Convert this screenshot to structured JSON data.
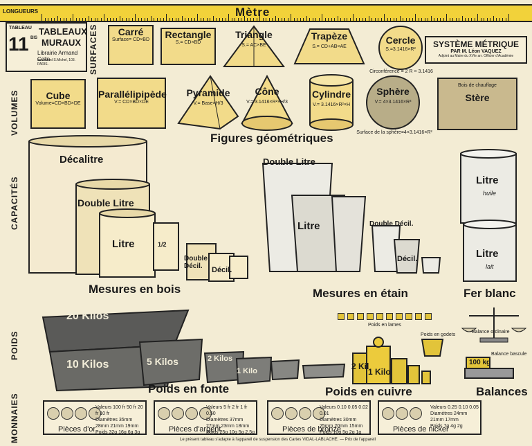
{
  "ruler": {
    "label": "LONGUEURS",
    "title": "Mètre"
  },
  "header": {
    "tableau": "TABLEAU",
    "number": "11",
    "bis": "BIS",
    "title1": "TABLEAUX",
    "title2": "MURAUX",
    "publisher": "Librairie Armand Colin",
    "address": "boulevard S.Michel, 103. PARIS.",
    "system_title": "SYSTÈME MÉTRIQUE",
    "author": "PAR M. Léon VAQUEZ",
    "author_note": "Adjoint au Maire du XVIe arr. Officier d'Académie"
  },
  "sides": {
    "surfaces": "SURFACES",
    "volumes": "VOLUMES",
    "capacites": "CAPACITÉS",
    "poids": "POIDS",
    "monnaies": "MONNAIES"
  },
  "surfaces": [
    {
      "name": "Carré",
      "formula": "Surface= CD×BD"
    },
    {
      "name": "Rectangle",
      "formula": "S.= CD×BD"
    },
    {
      "name": "Triangle",
      "formula": "S.= AC×BE"
    },
    {
      "name": "Trapèze",
      "formula": "S.= CD+AB×AE"
    },
    {
      "name": "Cercle",
      "formula": "S.=3.1416×R²",
      "extra": "Circonférence = 2 R × 3.1416"
    }
  ],
  "volumes": [
    {
      "name": "Cube",
      "formula": "Volume=CD×BD×DE"
    },
    {
      "name": "Parallélipipède",
      "formula": "V.= CD×BD×DE"
    },
    {
      "name": "Pyramide",
      "formula": "V.= Base×H/3"
    },
    {
      "name": "Cône",
      "formula": "V.= 3.1416×R²×H/3"
    },
    {
      "name": "Cylindre",
      "formula": "V.= 3.1416×R²×H"
    },
    {
      "name": "Sphère",
      "formula": "V.= 4×3.1416×R³",
      "extra": "Surface de la sphère=4×3.1416×R²"
    },
    {
      "name": "Stère",
      "formula": "Bois de chauffage"
    }
  ],
  "figures_title": "Figures géométriques",
  "capacites": {
    "decalitre": "Décalitre",
    "double_litre": "Double Litre",
    "litre": "Litre",
    "half": "1/2",
    "double_decil": "Double Décil.",
    "decil": "Décil.",
    "bois": "Mesures en bois",
    "double_litre_etain": "Double Litre",
    "litre_etain": "Litre",
    "double_decil_etain": "Double Décil.",
    "decil_etain": "Décil.",
    "etain": "Mesures en étain",
    "litre_huile": "Litre",
    "huile": "huile",
    "litre_lait": "Litre",
    "lait": "lait",
    "fer": "Fer blanc"
  },
  "poids": {
    "k20": "20 Kilos",
    "k10": "10 Kilos",
    "k5": "5 Kilos",
    "k2": "2 Kilos",
    "k1": "1 Kilo",
    "fonte": "Poids en fonte",
    "cuivre": "Poids en cuivre",
    "lames": "Poids en lames",
    "godets": "Poids en godets",
    "balances": "Balances",
    "ordinaire": "Balance ordinaire",
    "bascule": "Balance bascule",
    "k100": "100 kg",
    "k2c": "2 Kil",
    "k1c": "1 Kilo"
  },
  "monnaies": [
    {
      "label": "Pièces d'or",
      "rows": [
        "Valeurs 100 fr 50 fr 20 fr 10 fr",
        "Diamètres 35mm 28mm 21mm 19mm",
        "Poids 32g 16g 6g 3g"
      ]
    },
    {
      "label": "Pièces d'argent",
      "rows": [
        "Valeurs 5 fr 2 fr 1 fr 0.50",
        "Diamètres 37mm 27mm 23mm 18mm",
        "Poids 25g 10g 5g 2.5g"
      ]
    },
    {
      "label": "Pièces de bronze",
      "rows": [
        "Valeurs 0.10 0.05 0.02 0.01",
        "Diamètres 30mm 25mm 20mm 15mm",
        "Poids 10g 5g 2g 1g"
      ]
    },
    {
      "label": "Pièces de nickel",
      "rows": [
        "Valeurs 0.25 0.10 0.05",
        "Diamètres 24mm 21mm 17mm",
        "Poids 7g 4g 2g"
      ]
    }
  ],
  "footer": "Le présent tableau s'adapte à l'appareil de suspension des Cartes VIDAL-LABLACHE. — Prix de l'appareil"
}
